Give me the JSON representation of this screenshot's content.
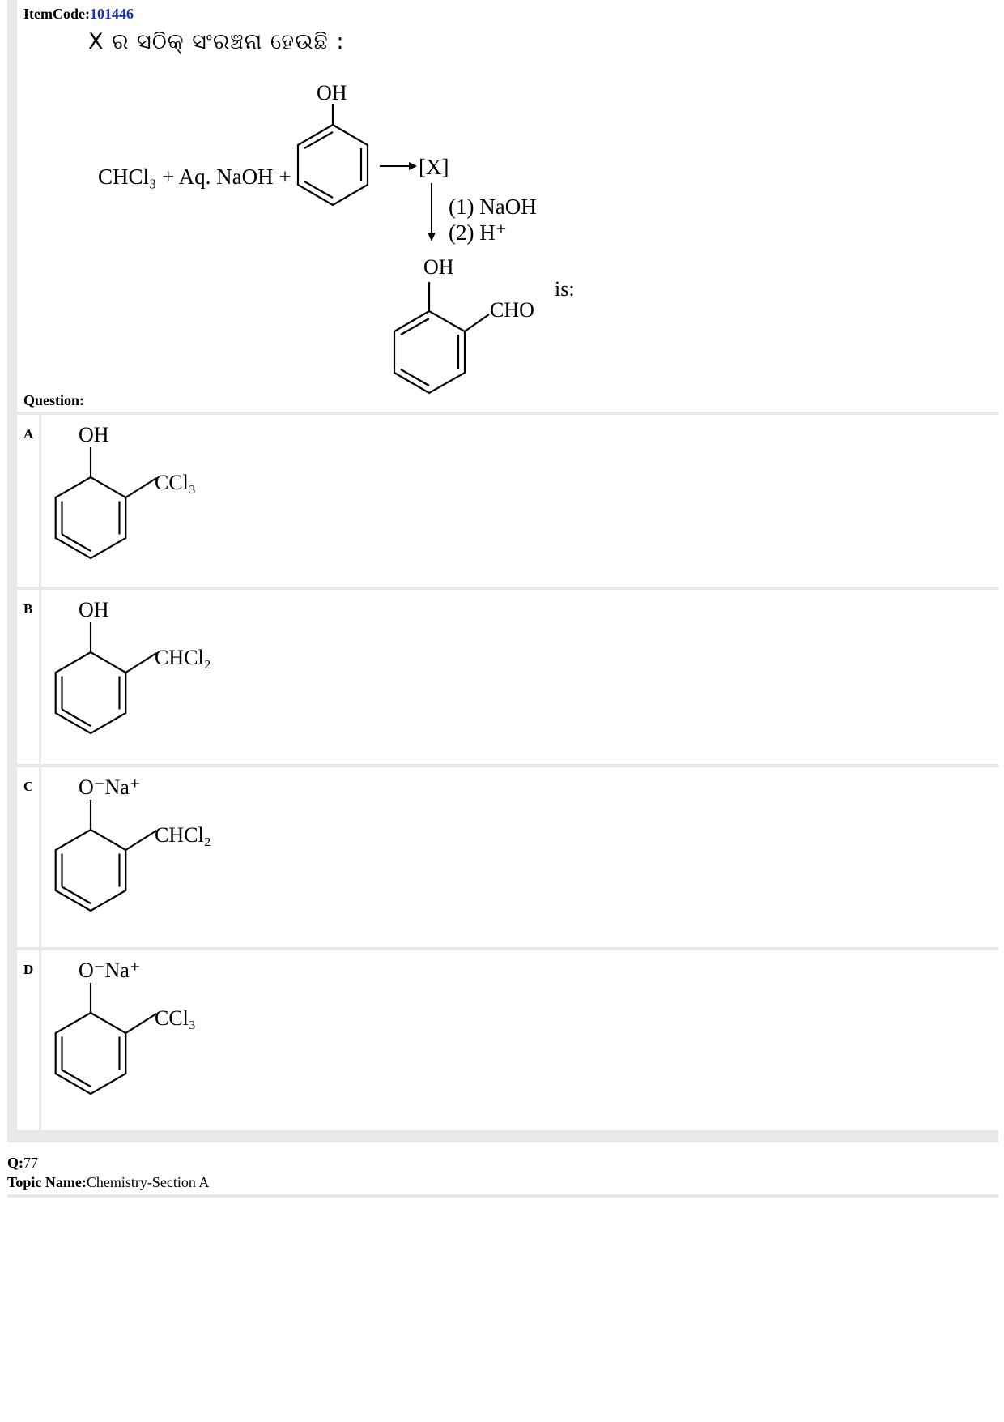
{
  "header": {
    "item_code_label": "ItemCode:",
    "item_code_value": "101446"
  },
  "question": {
    "odia_text": "X ର ସଠିକ୍ ସଂରଞ୍ଚନା ହେଉଛି :",
    "reaction": {
      "reagents": "CHCl₃ + Aq. NaOH +",
      "reactant_substituent": "OH",
      "intermediate": "[X]",
      "step1": "(1) NaOH",
      "step2": "(2) H⁺",
      "product_substituent_1": "OH",
      "product_substituent_2": "CHO"
    },
    "suffix": "is:",
    "label": "Question:"
  },
  "options": [
    {
      "letter": "A",
      "top_group": "OH",
      "side_group": "CCl₃"
    },
    {
      "letter": "B",
      "top_group": "OH",
      "side_group": "CHCl₂"
    },
    {
      "letter": "C",
      "top_group": "O⁻Na⁺",
      "side_group": "CHCl₂"
    },
    {
      "letter": "D",
      "top_group": "O⁻Na⁺",
      "side_group": "CCl₃"
    }
  ],
  "footer": {
    "q_label": "Q:",
    "q_value": "77",
    "topic_label": "Topic Name:",
    "topic_value": "Chemistry-Section A"
  },
  "colors": {
    "item_code": "#1a2ea8",
    "panel_border": "#e8e8e8"
  }
}
